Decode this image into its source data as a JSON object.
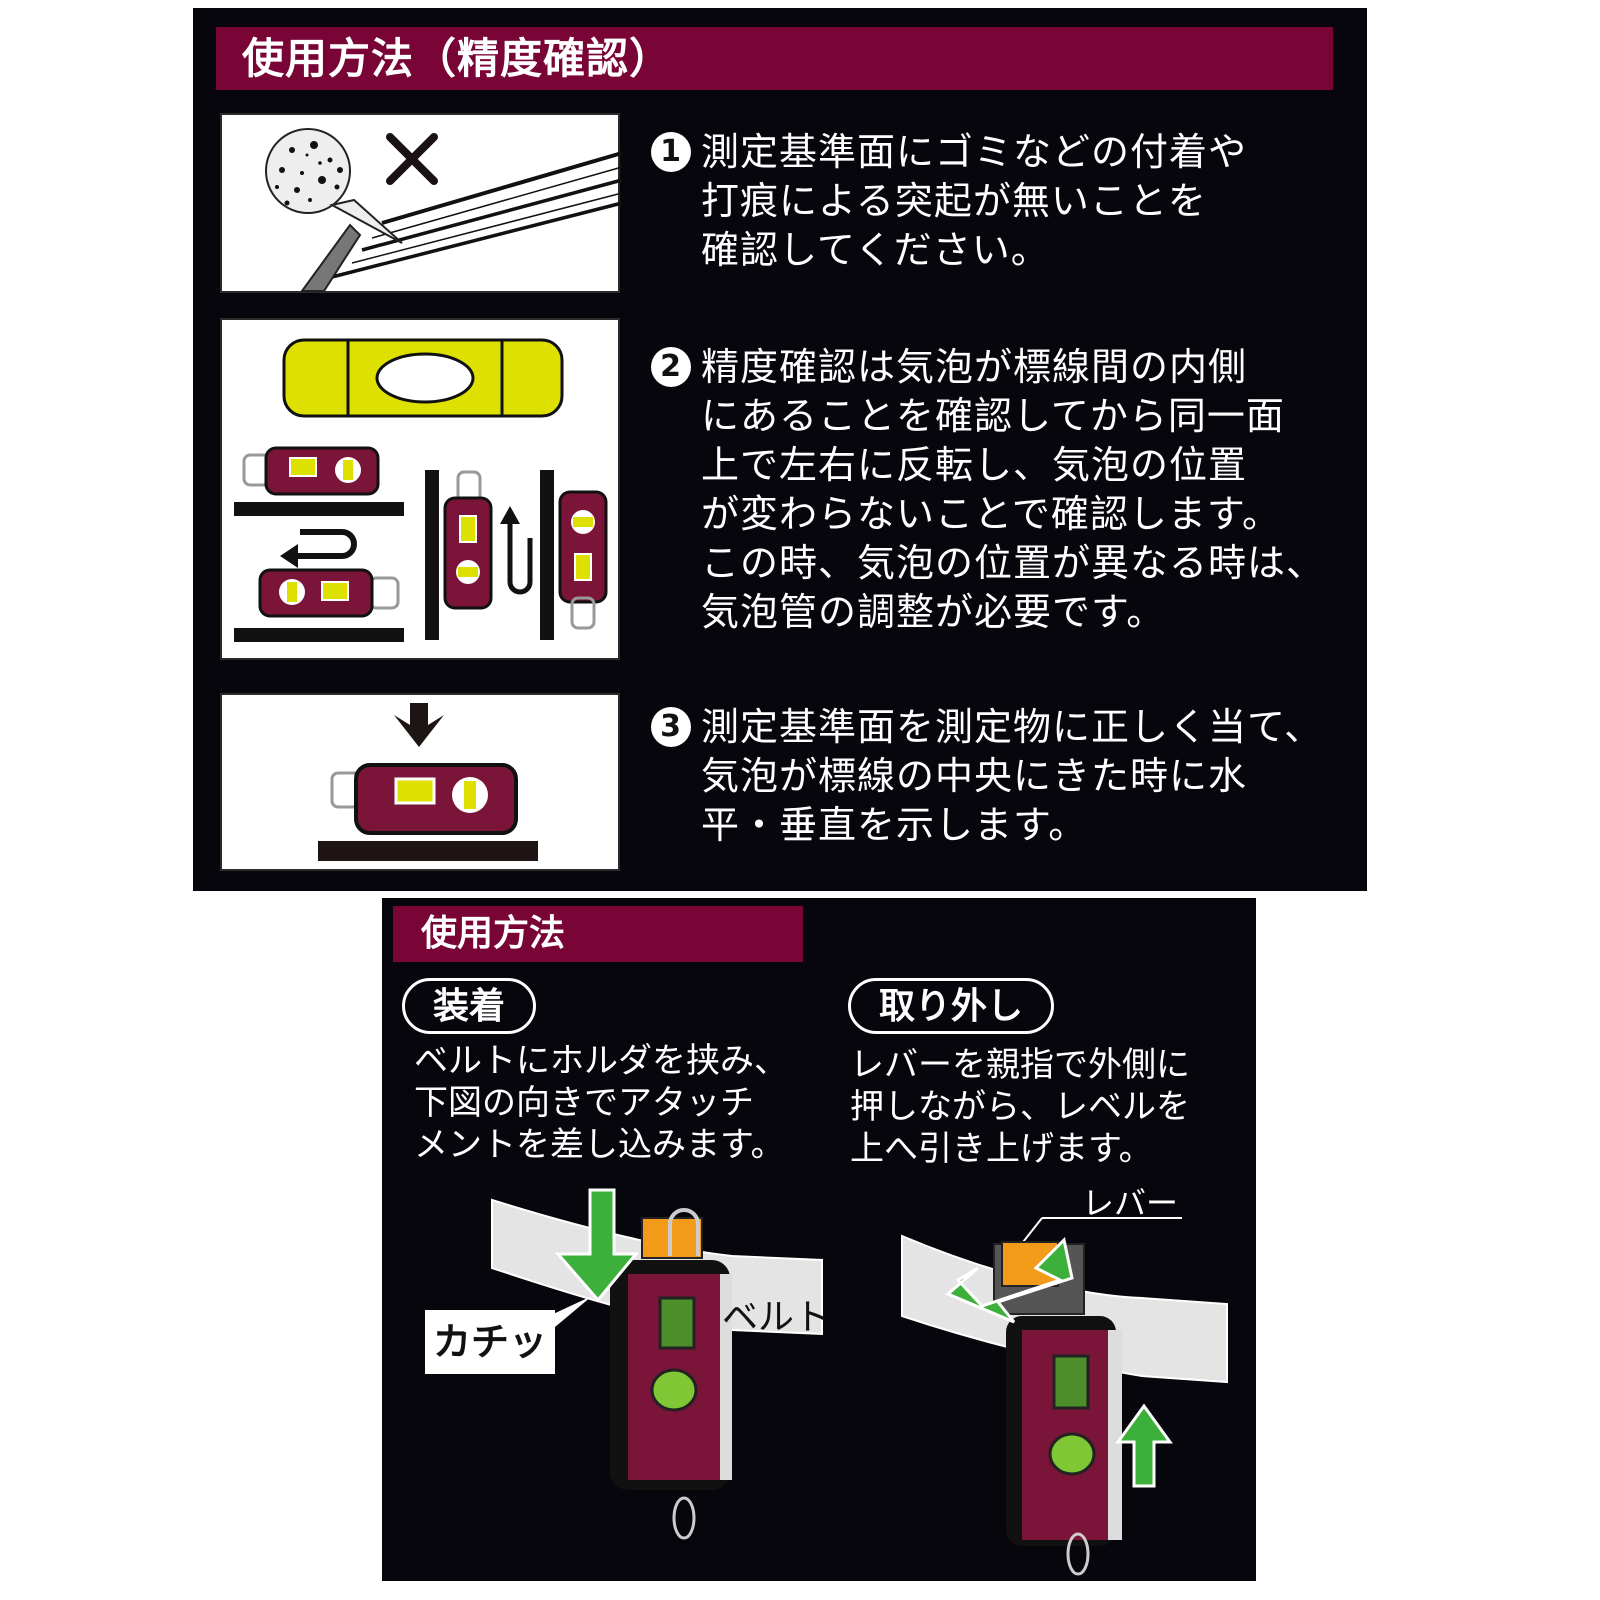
{
  "accuracy_section": {
    "title": "使用方法（精度確認）",
    "steps": [
      {
        "number": "1",
        "lines": [
          "測定基準面にゴミなどの付着や",
          "打痕による突起が無いことを",
          "確認してください。"
        ]
      },
      {
        "number": "2",
        "lines": [
          "精度確認は気泡が標線間の内側",
          "にあることを確認してから同一面",
          "上で左右に反転し、気泡の位置",
          "が変わらないことで確認します。",
          "この時、気泡の位置が異なる時は、",
          "気泡管の調整が必要です。"
        ]
      },
      {
        "number": "3",
        "lines": [
          "測定基準面を測定物に正しく当て、",
          "気泡が標線の中央にきた時に水",
          "平・垂直を示します。"
        ]
      }
    ]
  },
  "usage_section": {
    "title": "使用方法",
    "attach": {
      "label": "装着",
      "lines": [
        "ベルトにホルダを挟み、",
        "下図の向きでアタッチ",
        "メントを差し込みます。"
      ],
      "callout": "カチッ",
      "belt_label": "ベルト"
    },
    "remove": {
      "label": "取り外し",
      "lines": [
        "レバーを親指で外側に",
        "押しながら、レベルを",
        "上へ引き上げます。"
      ],
      "lever_label": "レバー"
    }
  },
  "colors": {
    "panel_bg": "#07060c",
    "header_bg": "#780535",
    "level_body": "#7a1438",
    "vial_yellow": "#dde000",
    "arrow_green": "#3db03b",
    "lever_orange": "#f29a1a"
  }
}
